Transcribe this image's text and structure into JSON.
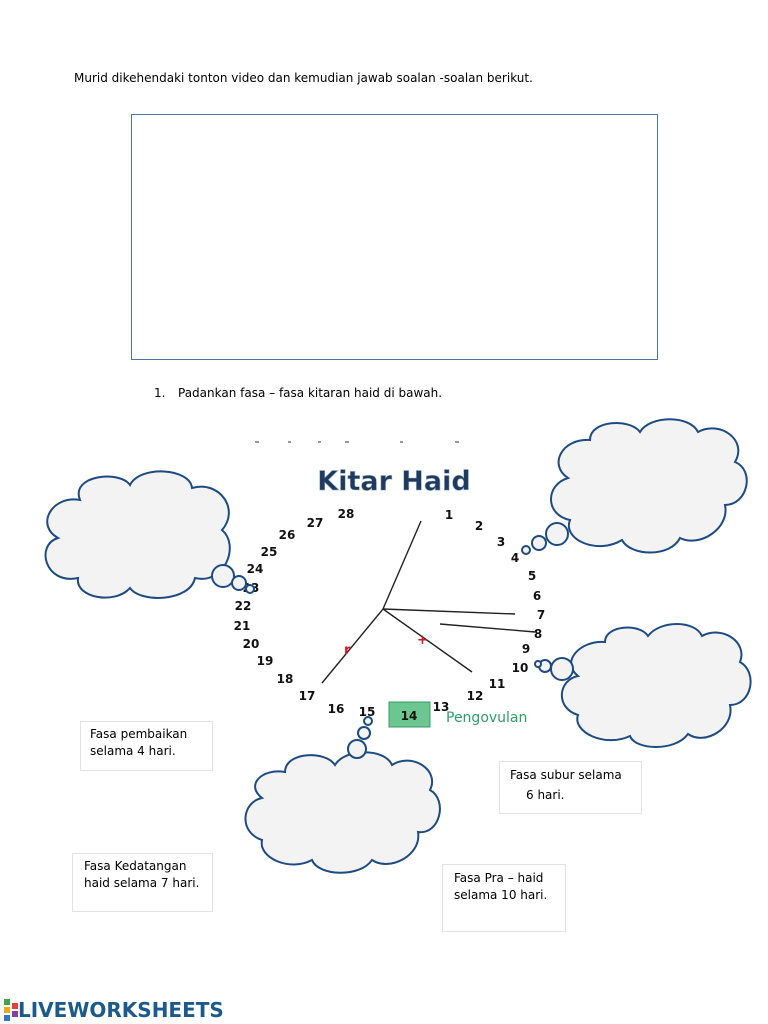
{
  "instruction": "Murid dikehendaki  tonton video dan kemudian jawab soalan -soalan berikut.",
  "question": {
    "number": "1.",
    "text": "Padankan fasa – fasa kitaran haid di bawah."
  },
  "diagram": {
    "title": "Kitar Haid",
    "day_numbers": [
      "1",
      "2",
      "3",
      "4",
      "5",
      "6",
      "7",
      "8",
      "9",
      "10",
      "11",
      "12",
      "13",
      "14",
      "15",
      "16",
      "17",
      "18",
      "19",
      "20",
      "21",
      "22",
      "23",
      "24",
      "25",
      "26",
      "27",
      "28"
    ],
    "ovulation_day": "14",
    "ovulation_label": "Pengovulan",
    "colors": {
      "title": "#1e3a5f",
      "ovulation_box": "#6cc690",
      "ovulation_text": "#2e9e68",
      "marker": "#e0141e"
    }
  },
  "answers": [
    {
      "line1": "Fasa pembaikan",
      "line2": "selama 4 hari."
    },
    {
      "line1": "Fasa subur selama",
      "line2": "6 hari."
    },
    {
      "line1": "Fasa Kedatangan",
      "line2": "haid selama 7 hari."
    },
    {
      "line1": "Fasa Pra – haid",
      "line2": "selama 10 hari."
    }
  ],
  "footer": {
    "logo_text": "LIVEWORKSHEETS",
    "logo_icon": "liveworksheets-logo-icon"
  }
}
